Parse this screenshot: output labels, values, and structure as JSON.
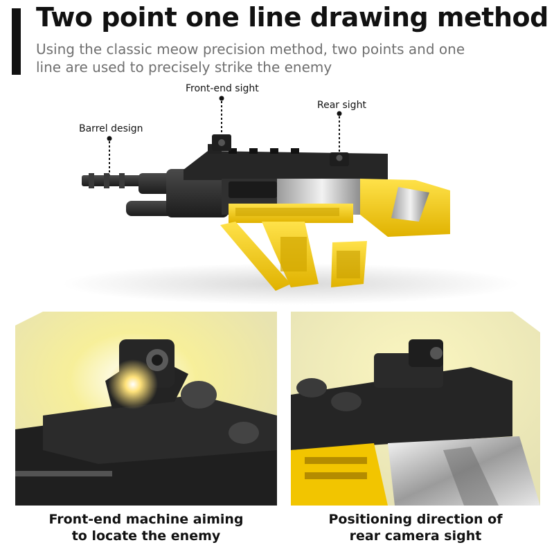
{
  "header": {
    "title": "Two point one line drawing method",
    "subtitle_line1": "Using the classic meow precision method, two points and one",
    "subtitle_line2": "line are used to precisely strike the enemy"
  },
  "callouts": {
    "front": "Front-end sight",
    "rear": "Rear sight",
    "barrel": "Barrel design"
  },
  "panels": {
    "left_caption_line1": "Front-end machine aiming",
    "left_caption_line2": "to locate the enemy",
    "right_caption_line1": "Positioning direction of",
    "right_caption_line2": "rear camera sight"
  },
  "colors": {
    "accent": "#111111",
    "brick_black": "#2a2a2a",
    "brick_yellow": "#f2c500",
    "highlight_glow": "#f5e06a"
  }
}
